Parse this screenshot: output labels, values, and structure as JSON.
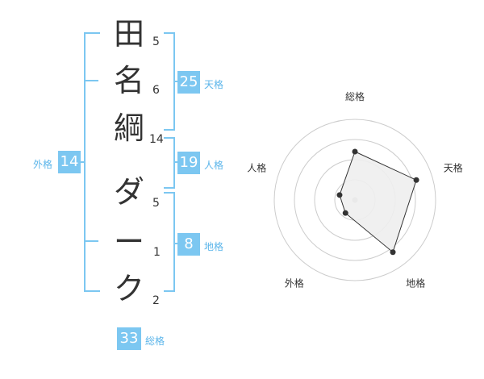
{
  "name": {
    "characters": [
      {
        "char": "田",
        "strokes": "5"
      },
      {
        "char": "名",
        "strokes": "6"
      },
      {
        "char": "綱",
        "strokes": "14"
      },
      {
        "char": "ダ",
        "strokes": "5"
      },
      {
        "char": "ー",
        "strokes": "1"
      },
      {
        "char": "ク",
        "strokes": "2"
      }
    ]
  },
  "fortune": {
    "tenkaku": {
      "label": "天格",
      "value": "25"
    },
    "jinkaku": {
      "label": "人格",
      "value": "19"
    },
    "chikaku": {
      "label": "地格",
      "value": "8"
    },
    "gaikaku": {
      "label": "外格",
      "value": "14"
    },
    "soukaku": {
      "label": "総格",
      "value": "33"
    }
  },
  "chart_data": {
    "type": "radar",
    "axes": [
      "総格",
      "天格",
      "地格",
      "外格",
      "人格"
    ],
    "values": [
      3,
      4,
      4,
      1,
      1
    ],
    "max": 5,
    "rings": 4,
    "colors": {
      "fill": "#eeeeee",
      "line": "#333333",
      "grid": "#cccccc",
      "point": "#333333",
      "center": "#bbbbbb"
    }
  }
}
